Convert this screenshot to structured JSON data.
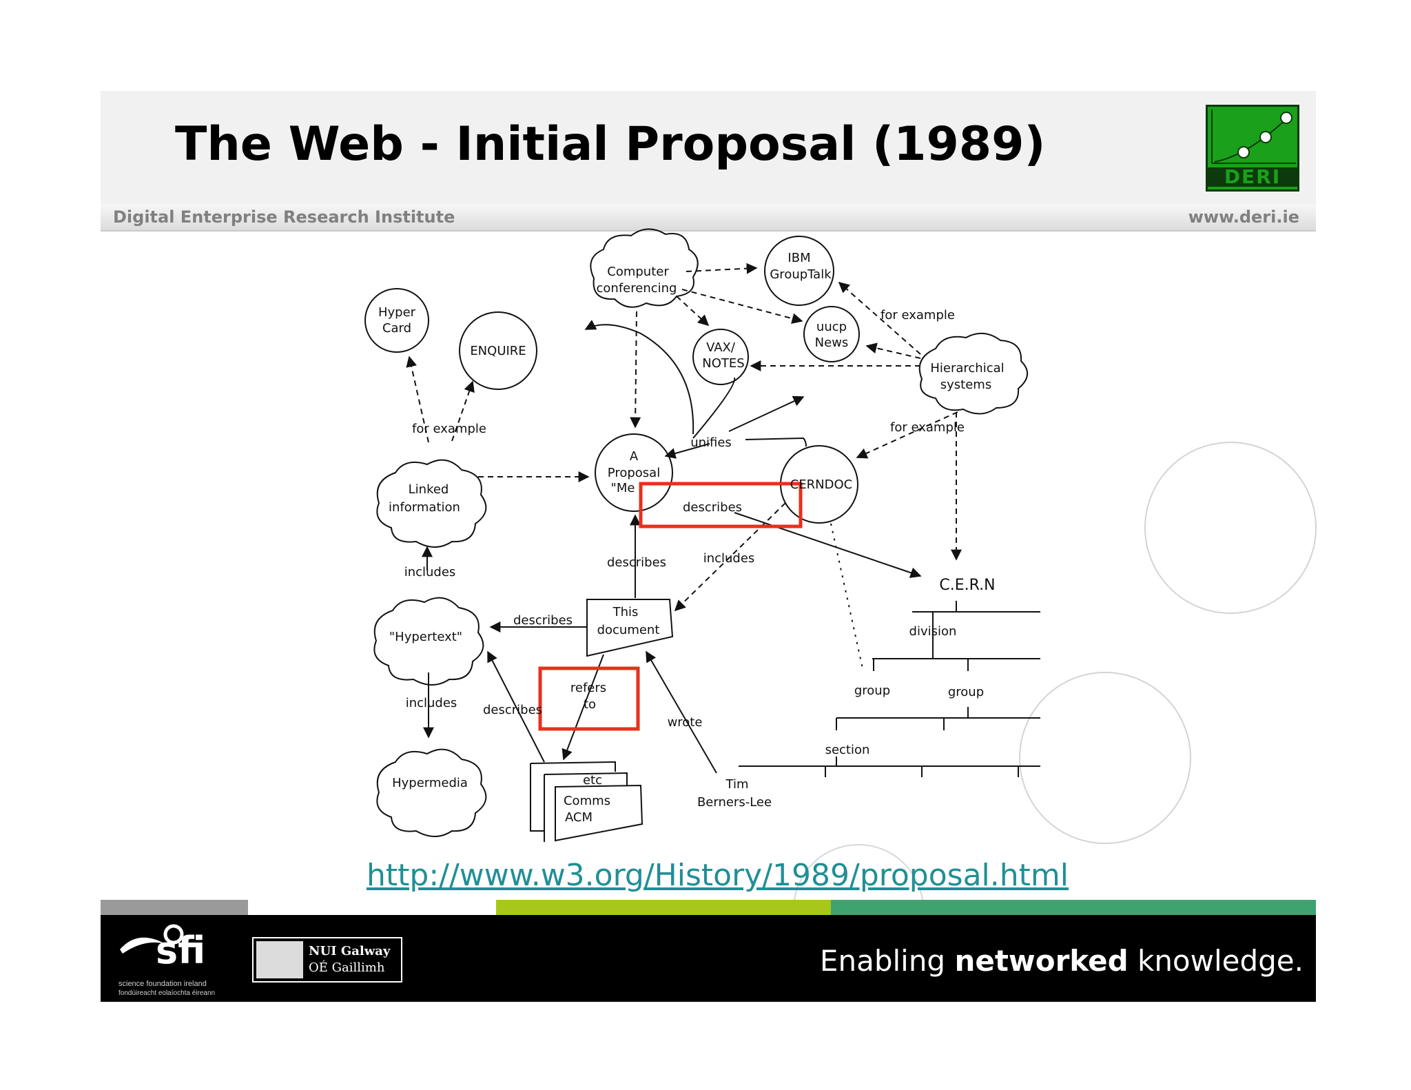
{
  "header": {
    "title": "The Web - Initial Proposal (1989)",
    "institute": "Digital Enterprise Research Institute",
    "website": "www.deri.ie",
    "logo_text": "DERI"
  },
  "diagram": {
    "nodes": {
      "hyper_card": [
        "Hyper",
        "Card"
      ],
      "enquire": "ENQUIRE",
      "computer_conferencing": [
        "Computer",
        "conferencing"
      ],
      "ibm_grouptalk": [
        "IBM",
        "GroupTalk"
      ],
      "vax_notes": [
        "VAX/",
        "NOTES"
      ],
      "uucp_news": [
        "uucp",
        "News"
      ],
      "hierarchical_systems": [
        "Hierarchical",
        "systems"
      ],
      "proposal": [
        "A",
        "Proposal",
        "\"Me"
      ],
      "cerndoc": "CERNDOC",
      "linked_information": [
        "Linked",
        "information"
      ],
      "hypertext": "\"Hypertext\"",
      "hypermedia": "Hypermedia",
      "this_document": [
        "This",
        "document"
      ],
      "comms_acm": [
        "Comms",
        "ACM"
      ],
      "etc": "etc",
      "tim": [
        "Tim",
        "Berners-Lee"
      ],
      "cern": "C.E.R.N"
    },
    "labels": {
      "for_example_1": "for example",
      "for_example_2": "for example",
      "for_example_3": "for example",
      "unifies": "unifies",
      "describes_1": "describes",
      "describes_2": "describes",
      "describes_3": "describes",
      "describes_4": "describes",
      "includes_1": "includes",
      "includes_2": "includes",
      "includes_3": "includes",
      "refers_to": [
        "refers",
        "to"
      ],
      "wrote": "wrote",
      "division": "division",
      "group_1": "group",
      "group_2": "group",
      "section": "section"
    },
    "highlight_color": "#e8301c"
  },
  "link": "http://www.w3.org/History/1989/proposal.html",
  "footer": {
    "sfi": "sfi",
    "sfi_line1": "science foundation ireland",
    "sfi_line2": "fondúireacht eolaíochta éireann",
    "nui_line1": "NUI Galway",
    "nui_line2": "OÉ Gaillimh",
    "tagline_pre": "Enabling ",
    "tagline_bold": "networked",
    "tagline_post": " knowledge."
  }
}
